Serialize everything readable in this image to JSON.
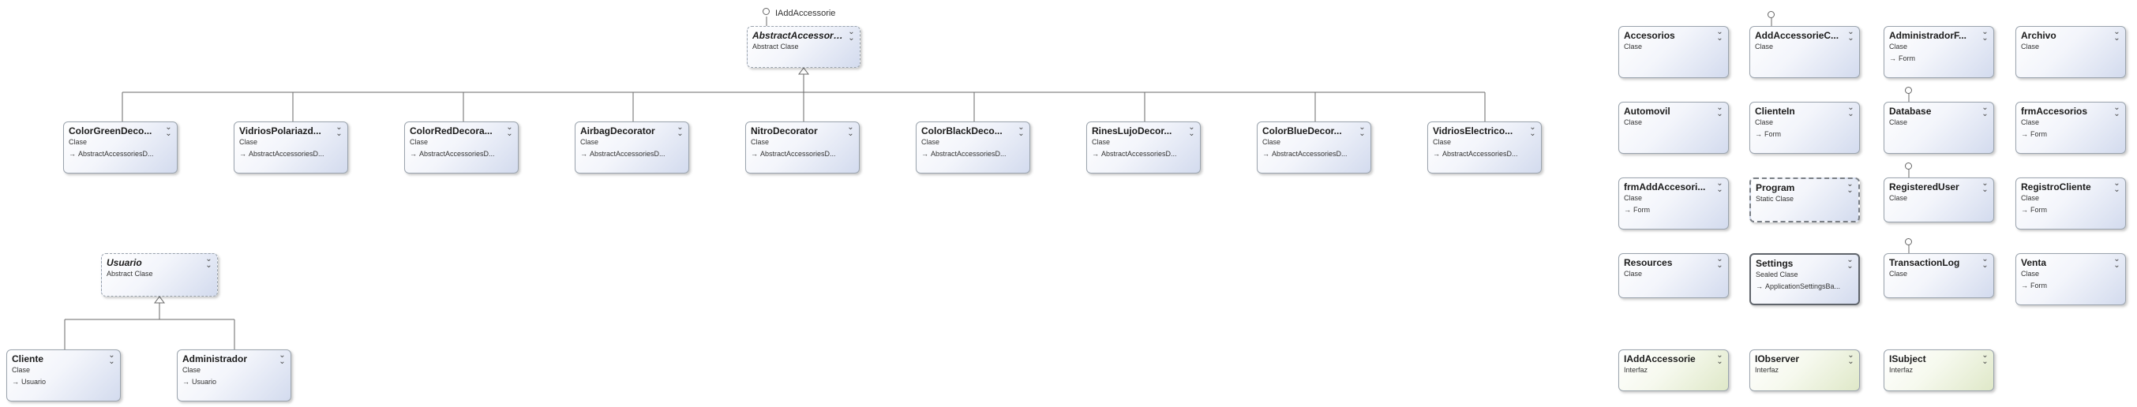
{
  "classes": {
    "abstract_accessorie": {
      "name": "AbstractAccessorie...",
      "kind": "Abstract Clase"
    },
    "color_green": {
      "name": "ColorGreenDeco...",
      "kind": "Clase",
      "base": "AbstractAccessoriesD..."
    },
    "vidrios_polarizados": {
      "name": "VidriosPolariazd...",
      "kind": "Clase",
      "base": "AbstractAccessoriesD..."
    },
    "color_red": {
      "name": "ColorRedDecora...",
      "kind": "Clase",
      "base": "AbstractAccessoriesD..."
    },
    "airbag": {
      "name": "AirbagDecorator",
      "kind": "Clase",
      "base": "AbstractAccessoriesD..."
    },
    "nitro": {
      "name": "NitroDecorator",
      "kind": "Clase",
      "base": "AbstractAccessoriesD..."
    },
    "color_black": {
      "name": "ColorBlackDeco...",
      "kind": "Clase",
      "base": "AbstractAccessoriesD..."
    },
    "rines_lujo": {
      "name": "RinesLujoDecor...",
      "kind": "Clase",
      "base": "AbstractAccessoriesD..."
    },
    "color_blue": {
      "name": "ColorBlueDecor...",
      "kind": "Clase",
      "base": "AbstractAccessoriesD..."
    },
    "vidrios_electricos": {
      "name": "VidriosElectrico...",
      "kind": "Clase",
      "base": "AbstractAccessoriesD..."
    },
    "usuario": {
      "name": "Usuario",
      "kind": "Abstract Clase"
    },
    "cliente": {
      "name": "Cliente",
      "kind": "Clase",
      "base": "Usuario"
    },
    "administrador": {
      "name": "Administrador",
      "kind": "Clase",
      "base": "Usuario"
    },
    "accesorios": {
      "name": "Accesorios",
      "kind": "Clase"
    },
    "add_accessorie_c": {
      "name": "AddAccessorieC...",
      "kind": "Clase"
    },
    "administrador_f": {
      "name": "AdministradorF...",
      "kind": "Clase",
      "base": "Form"
    },
    "archivo": {
      "name": "Archivo",
      "kind": "Clase"
    },
    "automovil": {
      "name": "Automovil",
      "kind": "Clase"
    },
    "cliente_in": {
      "name": "ClienteIn",
      "kind": "Clase",
      "base": "Form"
    },
    "database": {
      "name": "Database",
      "kind": "Clase"
    },
    "frm_accesorios": {
      "name": "frmAccesorios",
      "kind": "Clase",
      "base": "Form"
    },
    "frm_add_accesori": {
      "name": "frmAddAccesori...",
      "kind": "Clase",
      "base": "Form"
    },
    "program": {
      "name": "Program",
      "kind": "Static Clase"
    },
    "registered_user": {
      "name": "RegisteredUser",
      "kind": "Clase"
    },
    "registro_cliente": {
      "name": "RegistroCliente",
      "kind": "Clase",
      "base": "Form"
    },
    "resources": {
      "name": "Resources",
      "kind": "Clase"
    },
    "settings": {
      "name": "Settings",
      "kind": "Sealed Clase",
      "base": "ApplicationSettingsBa..."
    },
    "transaction_log": {
      "name": "TransactionLog",
      "kind": "Clase"
    },
    "venta": {
      "name": "Venta",
      "kind": "Clase",
      "base": "Form"
    },
    "i_add_accessorie": {
      "name": "IAddAccessorie",
      "kind": "Interfaz"
    },
    "i_observer": {
      "name": "IObserver",
      "kind": "Interfaz"
    },
    "i_subject": {
      "name": "ISubject",
      "kind": "Interfaz"
    }
  },
  "interface_labels": {
    "abstract_accessorie": "IAddAccessorie"
  },
  "glyphs": {
    "inherit_arrow": "→",
    "chevron": "⌄"
  },
  "colors": {
    "class_fill": "#d3dbee",
    "interface_fill": "#dfe8c8",
    "border": "#9aa3ad",
    "line": "#6a6a6a"
  }
}
